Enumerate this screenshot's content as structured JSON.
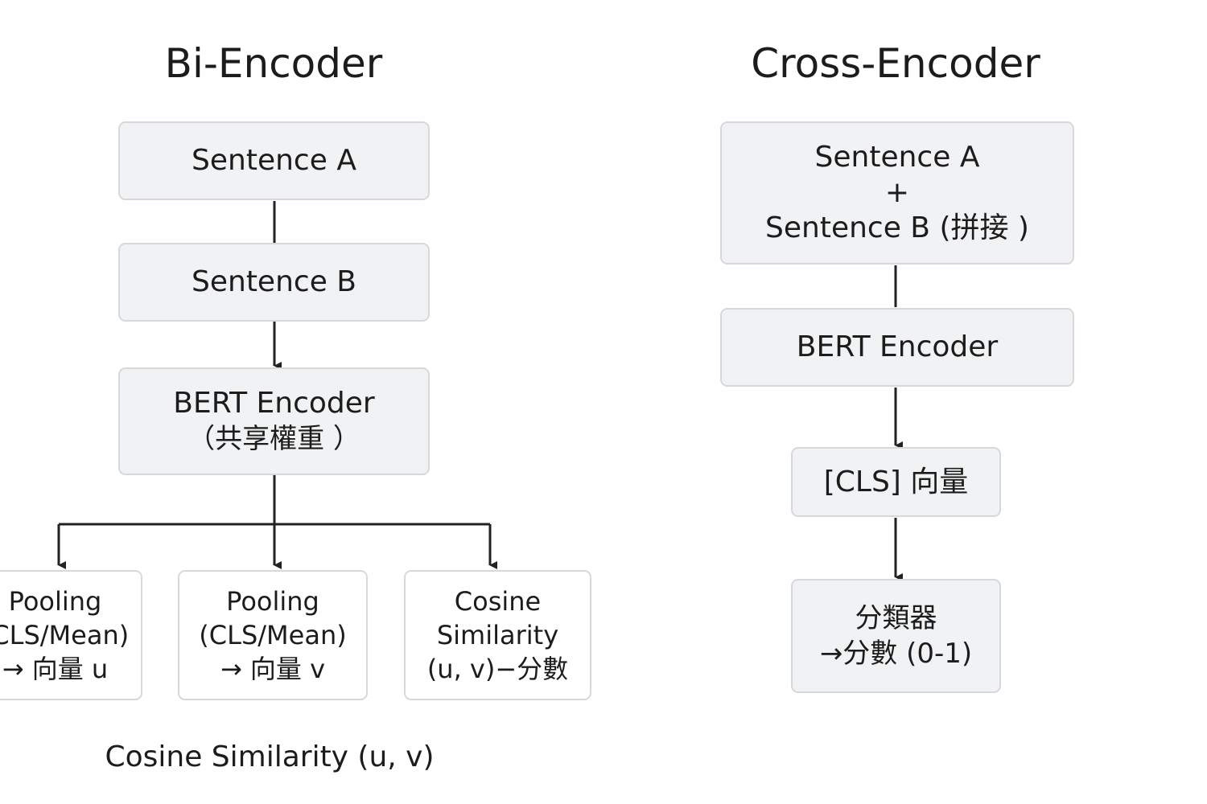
{
  "bi_encoder": {
    "title": "Bi-Encoder",
    "sentence_a": "Sentence A",
    "sentence_b": "Sentence B",
    "encoder": [
      "BERT Encoder",
      "（共享權重 ）"
    ],
    "pooling_u": [
      "Pooling",
      "(CLS/Mean)",
      "→ 向量 u"
    ],
    "pooling_v": [
      "Pooling",
      "(CLS/Mean)",
      "→ 向量 v"
    ],
    "cosine": [
      "Cosine",
      "Similarity",
      "(u, v)−分數"
    ],
    "caption": "Cosine Similarity (u, v)"
  },
  "cross_encoder": {
    "title": "Cross-Encoder",
    "input": [
      "Sentence A",
      "+",
      "Sentence B (拼接 )"
    ],
    "encoder": "BERT Encoder",
    "cls_vector": "[CLS] 向量",
    "classifier": [
      "分類器",
      "→分數 (0-1)"
    ]
  }
}
